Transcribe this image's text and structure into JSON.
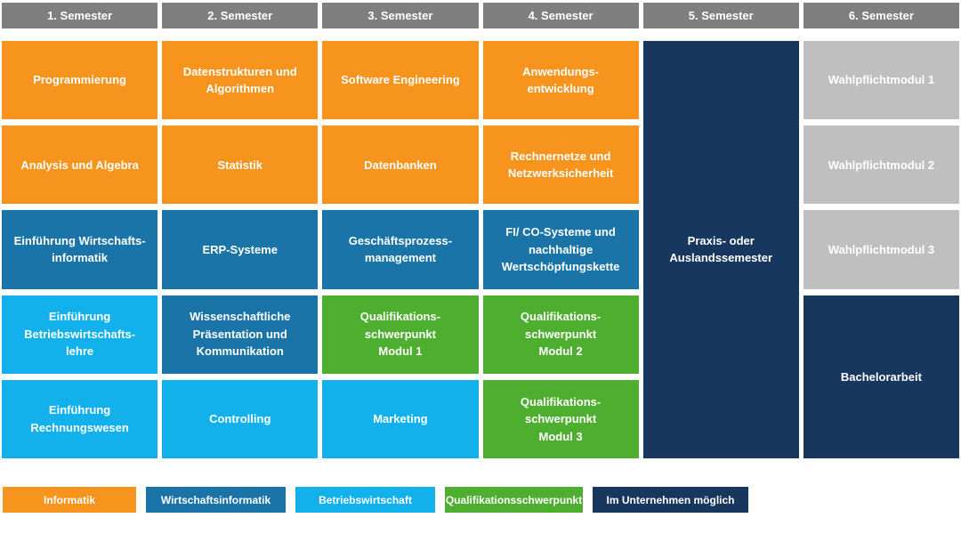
{
  "palette": {
    "informatik": "#F6941E",
    "wirtschaftsinformatik": "#1B74A8",
    "betriebswirtschaft": "#12B1EB",
    "qualifikationsschwerpunkt": "#4EAE30",
    "im_unternehmen_moeglich": "#17375E",
    "wahlpflicht_gray": "#BFBFBF",
    "header_gray": "#7F7F7F"
  },
  "header": {
    "semesters": [
      "1. Semester",
      "2. Semester",
      "3. Semester",
      "4. Semester",
      "5. Semester",
      "6. Semester"
    ]
  },
  "columns": [
    {
      "semester": "1. Semester",
      "modules": [
        {
          "title": "Programmierung",
          "category": "Informatik",
          "color": "#F6941E"
        },
        {
          "title": "Analysis und Algebra",
          "category": "Informatik",
          "color": "#F6941E"
        },
        {
          "title": "Einführung Wirtschafts-\ninformatik",
          "category": "Wirtschaftsinformatik",
          "color": "#1B74A8"
        },
        {
          "title": "Einführung\nBetriebswirtschafts-\nlehre",
          "category": "Betriebswirtschaft",
          "color": "#12B1EB"
        },
        {
          "title": "Einführung\nRechnungswesen",
          "category": "Betriebswirtschaft",
          "color": "#12B1EB"
        }
      ]
    },
    {
      "semester": "2. Semester",
      "modules": [
        {
          "title": "Datenstrukturen und\nAlgorithmen",
          "category": "Informatik",
          "color": "#F6941E"
        },
        {
          "title": "Statistik",
          "category": "Informatik",
          "color": "#F6941E"
        },
        {
          "title": "ERP-Systeme",
          "category": "Wirtschaftsinformatik",
          "color": "#1B74A8"
        },
        {
          "title": "Wissenschaftliche\nPräsentation und\nKommunikation",
          "category": "Wirtschaftsinformatik",
          "color": "#1B74A8"
        },
        {
          "title": "Controlling",
          "category": "Betriebswirtschaft",
          "color": "#12B1EB"
        }
      ]
    },
    {
      "semester": "3. Semester",
      "modules": [
        {
          "title": "Software Engineering",
          "category": "Informatik",
          "color": "#F6941E"
        },
        {
          "title": "Datenbanken",
          "category": "Informatik",
          "color": "#F6941E"
        },
        {
          "title": "Geschäftsprozess-\nmanagement",
          "category": "Wirtschaftsinformatik",
          "color": "#1B74A8"
        },
        {
          "title": "Qualifikations-\nschwerpunkt\nModul 1",
          "category": "Qualifikationsschwerpunkt",
          "color": "#4EAE30"
        },
        {
          "title": "Marketing",
          "category": "Betriebswirtschaft",
          "color": "#12B1EB"
        }
      ]
    },
    {
      "semester": "4. Semester",
      "modules": [
        {
          "title": "Anwendungs-\nentwicklung",
          "category": "Informatik",
          "color": "#F6941E"
        },
        {
          "title": "Rechnernetze und\nNetzwerksicherheit",
          "category": "Informatik",
          "color": "#F6941E"
        },
        {
          "title": "FI/ CO-Systeme und\nnachhaltige\nWertschöpfungskette",
          "category": "Wirtschaftsinformatik",
          "color": "#1B74A8"
        },
        {
          "title": "Qualifikations-\nschwerpunkt\nModul 2",
          "category": "Qualifikationsschwerpunkt",
          "color": "#4EAE30"
        },
        {
          "title": "Qualifikations-\nschwerpunkt\nModul 3",
          "category": "Qualifikationsschwerpunkt",
          "color": "#4EAE30"
        }
      ]
    },
    {
      "semester": "5. Semester",
      "modules": [
        {
          "title": "Praxis- oder\nAuslandssemester",
          "category": "Im Unternehmen möglich",
          "color": "#17375E",
          "row_span": 5
        }
      ]
    },
    {
      "semester": "6. Semester",
      "modules": [
        {
          "title": "Wahlpflichtmodul 1",
          "category": "Wahlpflichtmodul",
          "color": "#BFBFBF"
        },
        {
          "title": "Wahlpflichtmodul 2",
          "category": "Wahlpflichtmodul",
          "color": "#BFBFBF"
        },
        {
          "title": "Wahlpflichtmodul 3",
          "category": "Wahlpflichtmodul",
          "color": "#BFBFBF"
        },
        {
          "title": "Bachelorarbeit",
          "category": "Im Unternehmen möglich",
          "color": "#17375E",
          "row_span": 2
        }
      ]
    }
  ],
  "legend": {
    "items": [
      {
        "label": "Informatik",
        "color": "#F6941E"
      },
      {
        "label": "Wirtschaftsinformatik",
        "color": "#1B74A8"
      },
      {
        "label": "Betriebswirtschaft",
        "color": "#12B1EB"
      },
      {
        "label": "Qualifikationsschwerpunkt",
        "color": "#4EAE30"
      },
      {
        "label": "Im Unternehmen möglich",
        "color": "#17375E"
      }
    ]
  }
}
